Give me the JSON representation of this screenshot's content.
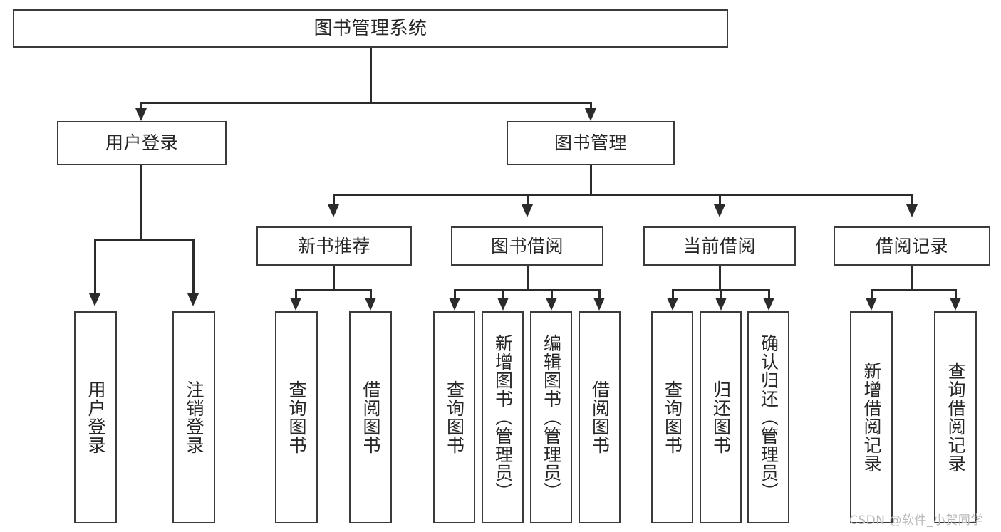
{
  "diagram": {
    "type": "tree-hierarchy-chart",
    "title": "图书管理系统",
    "watermark": "CSDN @软件_小贺同学",
    "accent_color": "#3b3b3b",
    "background_color": "#ffffff",
    "levels": 4
  },
  "root": {
    "label": "图书管理系统"
  },
  "level2": [
    {
      "label": "用户登录"
    },
    {
      "label": "图书管理"
    }
  ],
  "level3": [
    {
      "label": "新书推荐"
    },
    {
      "label": "图书借阅"
    },
    {
      "label": "当前借阅"
    },
    {
      "label": "借阅记录"
    }
  ],
  "leaves": {
    "user_login": [
      {
        "label": "用户登录"
      },
      {
        "label": "注销登录"
      }
    ],
    "new_book_recommend": [
      {
        "label": "查询图书"
      },
      {
        "label": "借阅图书"
      }
    ],
    "book_borrow": [
      {
        "label": "查询图书"
      },
      {
        "label": "新增图书（管理员）"
      },
      {
        "label": "编辑图书（管理员）"
      },
      {
        "label": "借阅图书"
      }
    ],
    "current_borrow": [
      {
        "label": "查询图书"
      },
      {
        "label": "归还图书"
      },
      {
        "label": "确认归还（管理员）"
      }
    ],
    "borrow_record": [
      {
        "label": "新增借阅记录"
      },
      {
        "label": "查询借阅记录"
      }
    ]
  }
}
